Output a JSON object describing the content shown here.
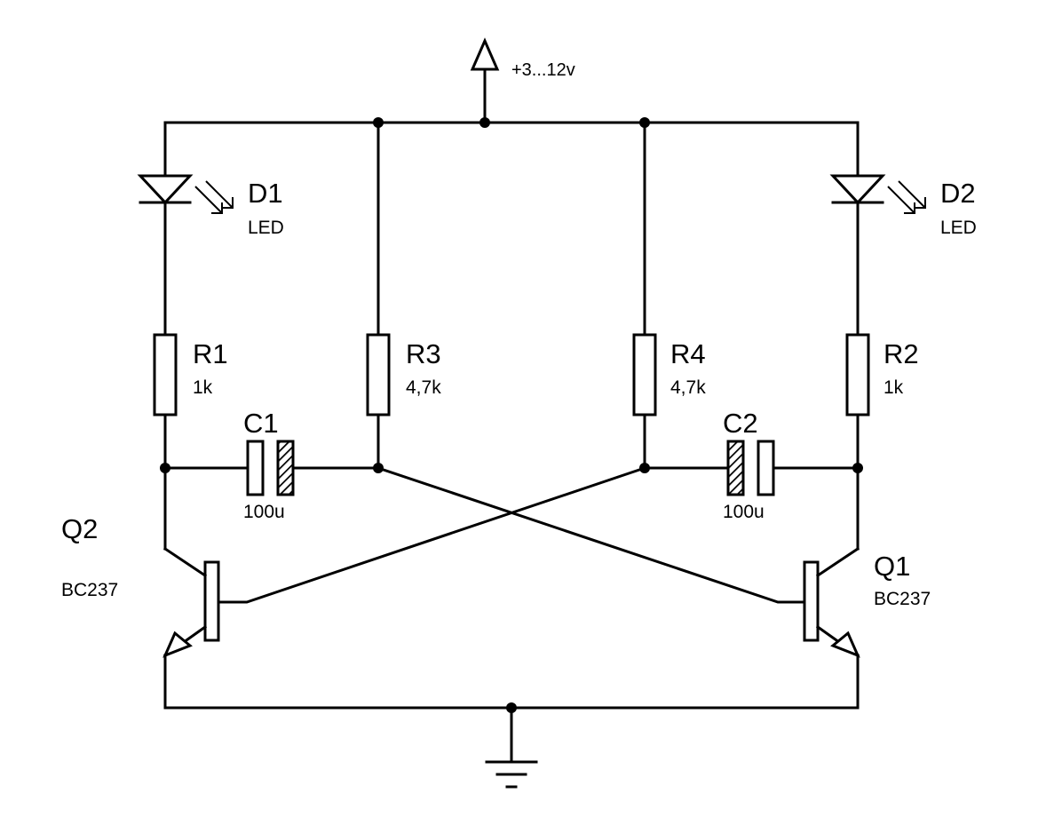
{
  "supply": {
    "label": "+3...12v"
  },
  "components": {
    "d1": {
      "ref": "D1",
      "value": "LED"
    },
    "d2": {
      "ref": "D2",
      "value": "LED"
    },
    "r1": {
      "ref": "R1",
      "value": "1k"
    },
    "r2": {
      "ref": "R2",
      "value": "1k"
    },
    "r3": {
      "ref": "R3",
      "value": "4,7k"
    },
    "r4": {
      "ref": "R4",
      "value": "4,7k"
    },
    "c1": {
      "ref": "C1",
      "value": "100u"
    },
    "c2": {
      "ref": "C2",
      "value": "100u"
    },
    "q1": {
      "ref": "Q1",
      "value": "BC237"
    },
    "q2": {
      "ref": "Q2",
      "value": "BC237"
    }
  }
}
